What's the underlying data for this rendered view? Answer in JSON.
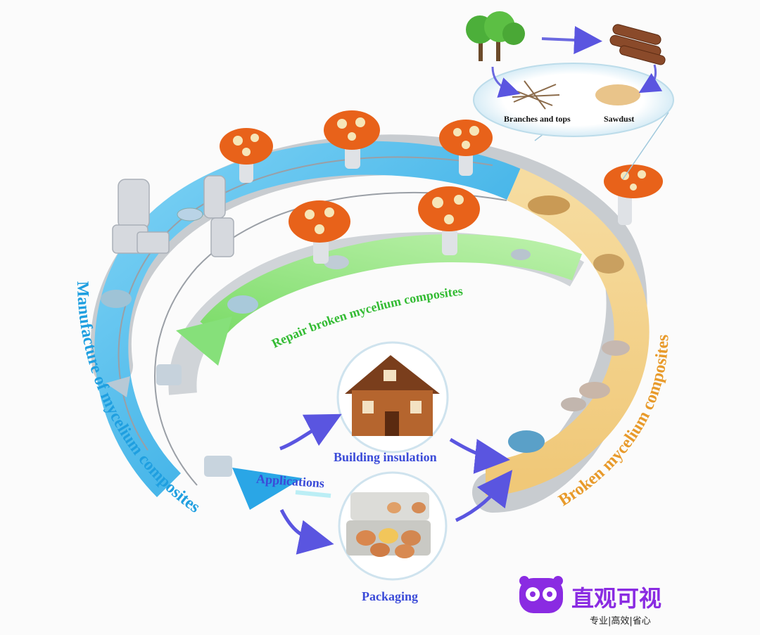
{
  "figure": {
    "cycle_labels": {
      "manufacture": "Manufacture of mycelium composites",
      "broken": "Broken mycelium composites",
      "repair": "Repair broken mycelium composites"
    },
    "sources": {
      "branches": "Branches and tops",
      "sawdust": "Sawdust"
    },
    "applications": {
      "title": "Applications",
      "building": "Building insulation",
      "packaging": "Packaging"
    },
    "colors": {
      "manufacture": "#2aa6e6",
      "broken": "#e8a030",
      "repair": "#3cc93c",
      "applications": "#3b4bd8",
      "mushroom_cap": "#e8621a",
      "logo": "#8a2be2"
    }
  },
  "watermark": {
    "logo_title": "直观可视",
    "logo_subtitle": "专业|高效|省心"
  }
}
